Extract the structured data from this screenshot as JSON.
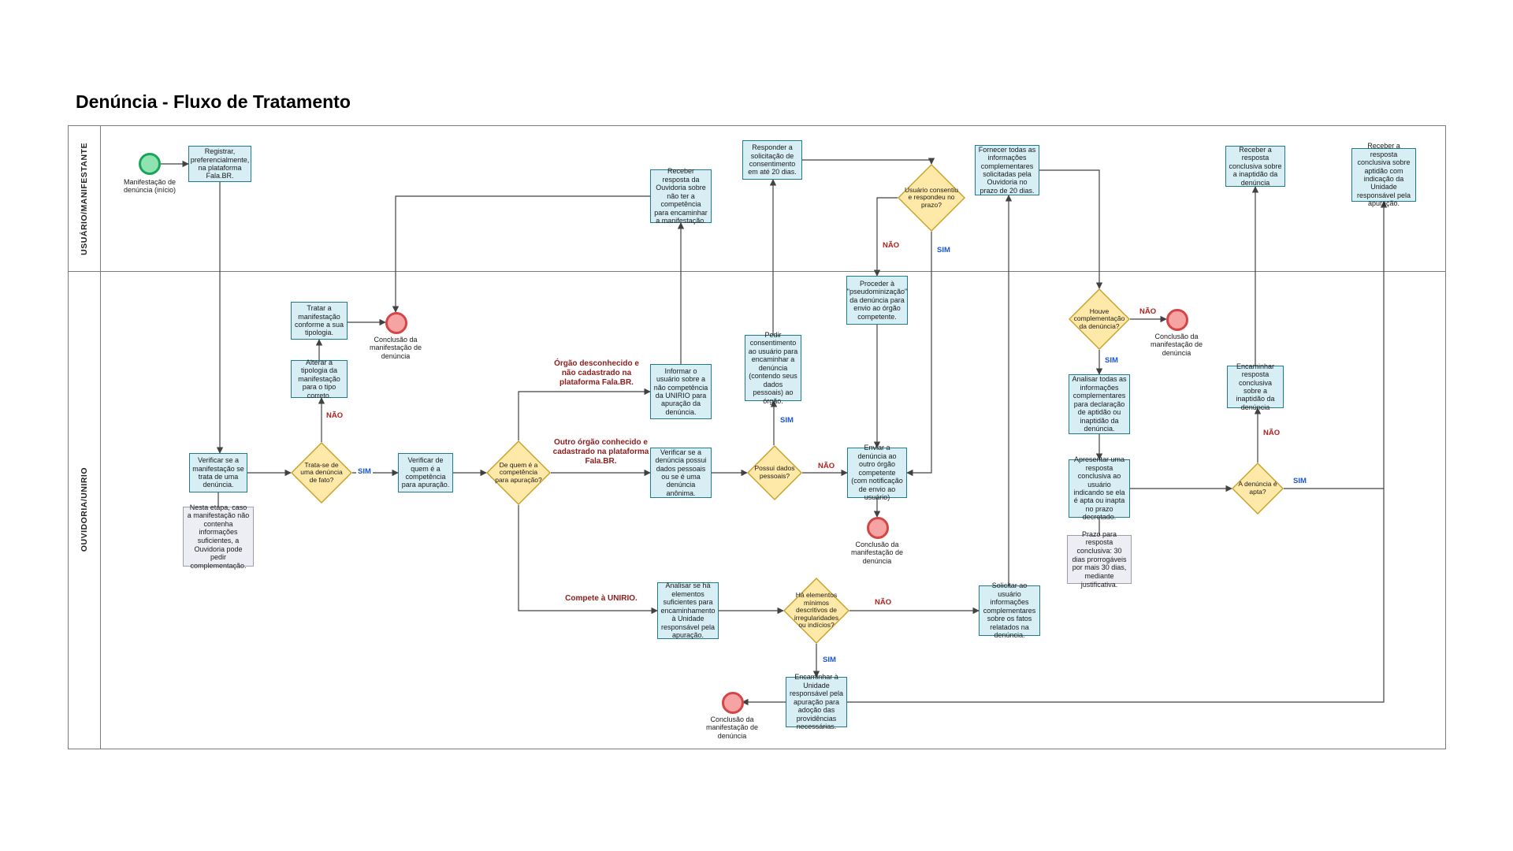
{
  "title": "Denúncia - Fluxo de Tratamento",
  "lanes": {
    "usuario": "USUÁRIO/MANIFESTANTE",
    "ouvidoria": "OUVIDORIA/UNIRIO"
  },
  "nodes": {
    "inicio": "Manifestação de denúncia (início)",
    "registrar": "Registrar, preferencialmente, na plataforma Fala.BR.",
    "receber_resposta_ouvidoria": "Receber resposta da Ouvidoria sobre não ter a competência para encaminhar a manifestação.",
    "responder_solicitacao": "Responder a solicitação de consentimento em até 20 dias.",
    "usuario_consentiu": "Usuário consentiu e respondeu no prazo?",
    "fornecer_informacoes": "Fornecer todas as informações complementares solicitadas pela Ouvidoria no prazo de 20 dias.",
    "receber_inaptidao": "Receber a resposta conclusiva sobre a inaptidão da denúncia",
    "receber_aptidao": "Receber a resposta conclusiva sobre aptidão com indicação da Unidade responsável pela apuração.",
    "tratar": "Tratar a manifestação conforme a sua tipologia.",
    "alterar": "Alterar a tipologia da manifestação para o tipo correto.",
    "verificar_manifestacao": "Verificar se a manifestação se trata de uma denúncia.",
    "trata_se": "Trata-se de uma denúncia de fato?",
    "verificar_competencia": "Verificar de quem é a competência para apuração.",
    "de_quem": "De quem é a competência para apuração?",
    "nota_complementacao": "Nesta etapa, caso a manifestação não contenha informações suficientes, a Ouvidoria pode pedir complementação.",
    "informar_usuario": "Informar o usuário sobre a não competência da UNIRIO para apuração da denúncia.",
    "verificar_dados": "Verificar se a denúncia possui dados pessoais ou se é uma denúncia anônima.",
    "possui_dados": "Possui dados pessoais?",
    "pedir_consentimento": "Pedir consentimento ao usuário para encaminhar a denúncia (contendo seus dados pessoais) ao órgão.",
    "proceder_pseudonimizacao": "Proceder à \"pseudominização\" da denúncia  para envio ao órgão competente.",
    "enviar_denuncia": "Enviar a denúncia ao outro órgão competente (com notificação de envio ao usuário)",
    "houve_complementacao": "Houve complementação da denúncia?",
    "analisar_informacoes": "Analisar todas as informações complementares para declaração de aptidão ou inaptidão da denúncia.",
    "apresentar_resposta": "Apresentar uma resposta conclusiva ao usuário indicando se ela é apta ou inapta no prazo decretado.",
    "nota_prazo": "Prazo para resposta conclusiva: 30 dias prorrogáveis por mais 30 dias, mediante justificativa.",
    "denuncia_apta": "A denúncia é apta?",
    "encaminhar_inaptidao": "Encaminhar resposta conclusiva sobre a inaptidão da denúncia",
    "analisar_elementos": "Analisar se há elementos suficientes para encaminhamento à Unidade responsável pela apuração.",
    "ha_elementos": "Há elementos mínimos descritivos de irregularidades ou indícios?",
    "solicitar_informacoes": "Solicitar ao usuário informações complementares sobre os fatos relatados na denúncia.",
    "encaminhar_unidade": "Encaminhar à Unidade responsável pela apuração para adoção das providências necessárias.",
    "conclusao": "Conclusão da manifestação de denúncia"
  },
  "annotations": {
    "orgao_desconhecido": "Órgão desconhecido e não cadastrado na plataforma Fala.BR.",
    "outro_orgao": "Outro órgão conhecido e cadastrado na plataforma Fala.BR.",
    "compete_unirio": "Compete à UNIRIO."
  },
  "edge_labels": {
    "sim": "SIM",
    "nao": "NÃO"
  },
  "colors": {
    "task_fill": "#d7eef5",
    "task_stroke": "#1f7a8c",
    "decision_fill": "#ffe9a8",
    "decision_stroke": "#c8a028",
    "note_fill": "#ededf4",
    "note_stroke": "#9d9db0",
    "start_fill": "#8fe3b0",
    "start_stroke": "#18a558",
    "end_fill": "#f5a3a3",
    "end_stroke": "#d64545",
    "yes_label": "#1a56d6",
    "no_label": "#b02020",
    "annotation_text": "#8b1d1d",
    "connector": "#424242"
  }
}
